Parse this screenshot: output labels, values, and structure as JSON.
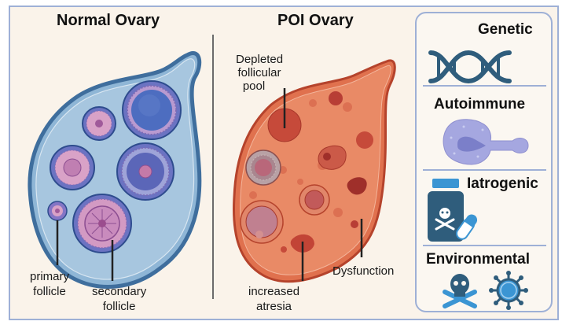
{
  "left_panel": {
    "title": "Normal Ovary",
    "labels": {
      "primary": [
        "primary",
        "follicle"
      ],
      "secondary": [
        "secondary",
        "follicle"
      ]
    }
  },
  "middle_panel": {
    "title": "POI Ovary",
    "labels": {
      "depleted": [
        "Depleted",
        "follicular",
        "pool"
      ],
      "atresia": [
        "increased",
        "atresia"
      ],
      "dysfunction": "Dysfunction"
    }
  },
  "causes_panel": {
    "items": [
      {
        "label": "Genetic",
        "icon": "dna-icon"
      },
      {
        "label": "Autoimmune",
        "icon": "immune-cell-icon"
      },
      {
        "label": "Iatrogenic",
        "icon": "poison-bottle-pill-icon"
      },
      {
        "label": "Environmental",
        "icon": "skull-crossbones-and-virus-icon"
      }
    ]
  },
  "colors": {
    "frame_border": "#9eb0d6",
    "background": "#faf3ea",
    "normal_ovary": "#8fb6d6",
    "poi_ovary": "#e0714e",
    "icon_dark": "#2f5d7c",
    "icon_light": "#3b95d3",
    "immune_cell": "#a5a7e0"
  }
}
